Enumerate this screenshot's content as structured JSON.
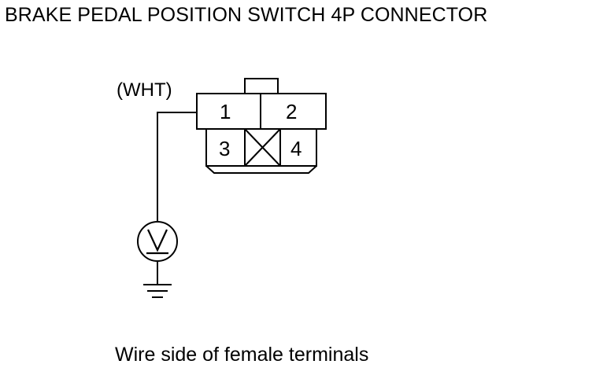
{
  "title": "BRAKE PEDAL POSITION SWITCH 4P CONNECTOR",
  "wire_color_label": "(WHT)",
  "connector": {
    "terminals": [
      {
        "number": "1"
      },
      {
        "number": "2"
      },
      {
        "number": "3"
      },
      {
        "number": "4"
      }
    ],
    "empty_cavity": "crossed-box"
  },
  "meter": {
    "symbol": "V"
  },
  "ground": {
    "icon": "ground-symbol-icon"
  },
  "caption": "Wire side of female terminals"
}
